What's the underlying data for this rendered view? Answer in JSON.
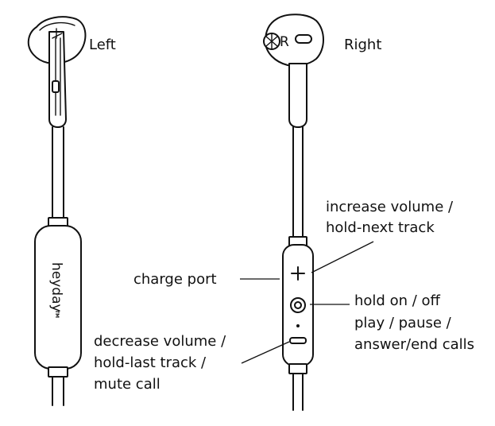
{
  "labels": {
    "left": "Left",
    "right": "Right",
    "increase_volume_line1": "increase volume /",
    "increase_volume_line2": "hold-next track",
    "charge_port": "charge port",
    "hold_on_off_line1": "hold on / off",
    "hold_on_off_line2": "play / pause /",
    "hold_on_off_line3": "answer/end calls",
    "decrease_volume_line1": "decrease volume /",
    "decrease_volume_line2": "hold-last track /",
    "decrease_volume_line3": "mute call"
  },
  "earbud_marks": {
    "right_side_letter": "R"
  },
  "brand": {
    "logo_text": "heyday",
    "trademark": "TM"
  },
  "icons": {
    "volume_up": "plus-icon",
    "volume_down": "minus-icon",
    "multifunction": "ring-button-icon"
  }
}
